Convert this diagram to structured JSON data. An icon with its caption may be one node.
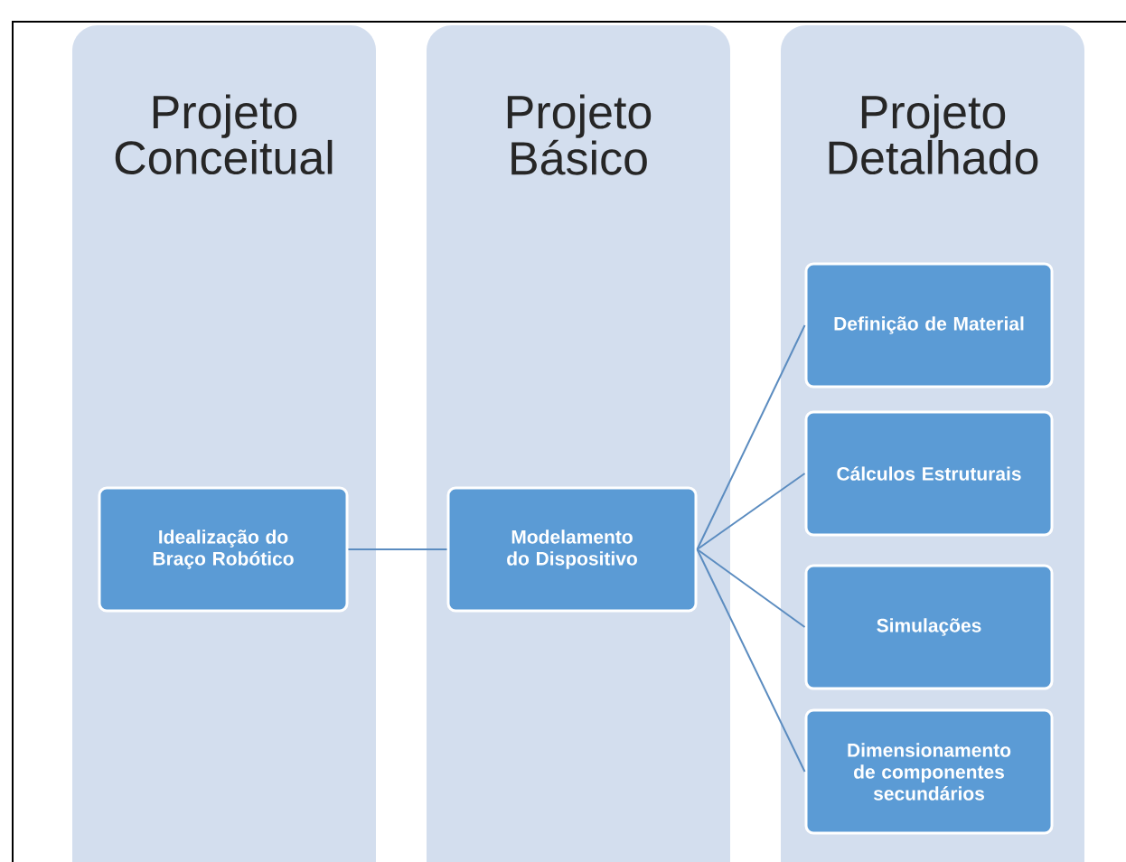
{
  "diagram": {
    "nodes": [
      {
        "text": [
          "Projeto Conceitual"
        ]
      },
      {
        "text": [
          "Projeto Básico"
        ]
      },
      {
        "text": [
          "Projeto Detalhado"
        ]
      },
      {
        "text": [
          "Idealização do Braço Robótico"
        ],
        "in": 0
      },
      {
        "text": [
          "Modelamento do Dispositivo"
        ],
        "in": 1
      },
      {
        "text": [
          "Definição de Material"
        ],
        "in": 2
      },
      {
        "text": [
          "Cálculos Estruturais"
        ],
        "in": 2
      },
      {
        "text": [
          "Simulações"
        ],
        "in": 2
      },
      {
        "text": [
          "Dimensionamento de componentes secundários"
        ],
        "in": 2
      }
    ],
    "edges": [
      {
        "from": 3,
        "to": 4,
        "arrow": "none"
      },
      {
        "from": 4,
        "to": 5,
        "arrow": "none"
      },
      {
        "from": 4,
        "to": 6,
        "arrow": "none"
      },
      {
        "from": 4,
        "to": 7,
        "arrow": "none"
      },
      {
        "from": 4,
        "to": 8,
        "arrow": "none"
      }
    ]
  }
}
